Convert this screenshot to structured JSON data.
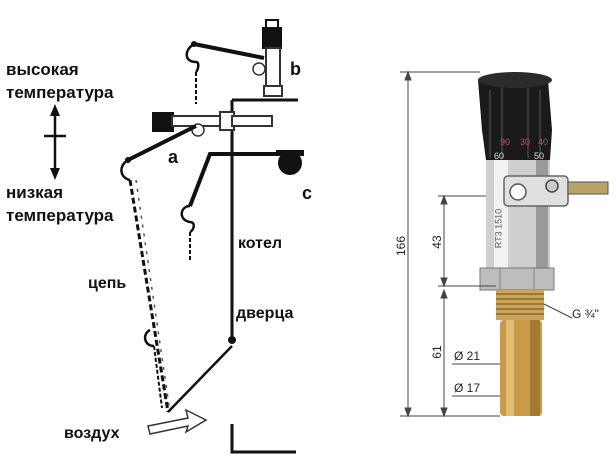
{
  "left_diagram": {
    "label_high_temp_line1": "высокая",
    "label_high_temp_line2": "температура",
    "label_low_temp_line1": "низкая",
    "label_low_temp_line2": "температура",
    "marker_a": "a",
    "marker_b": "b",
    "marker_c": "c",
    "label_chain": "цепь",
    "label_boiler": "котел",
    "label_door": "дверца",
    "label_air": "воздух"
  },
  "right_diagram": {
    "dim_total_height": "166",
    "dim_upper": "43",
    "dim_lower": "61",
    "dim_d21": "Ø 21",
    "dim_d17": "Ø 17",
    "thread": "G ¾\"",
    "body_marking": "RT3 1510",
    "dial_numbers": [
      "60",
      "50",
      "40",
      "30",
      "90"
    ]
  }
}
